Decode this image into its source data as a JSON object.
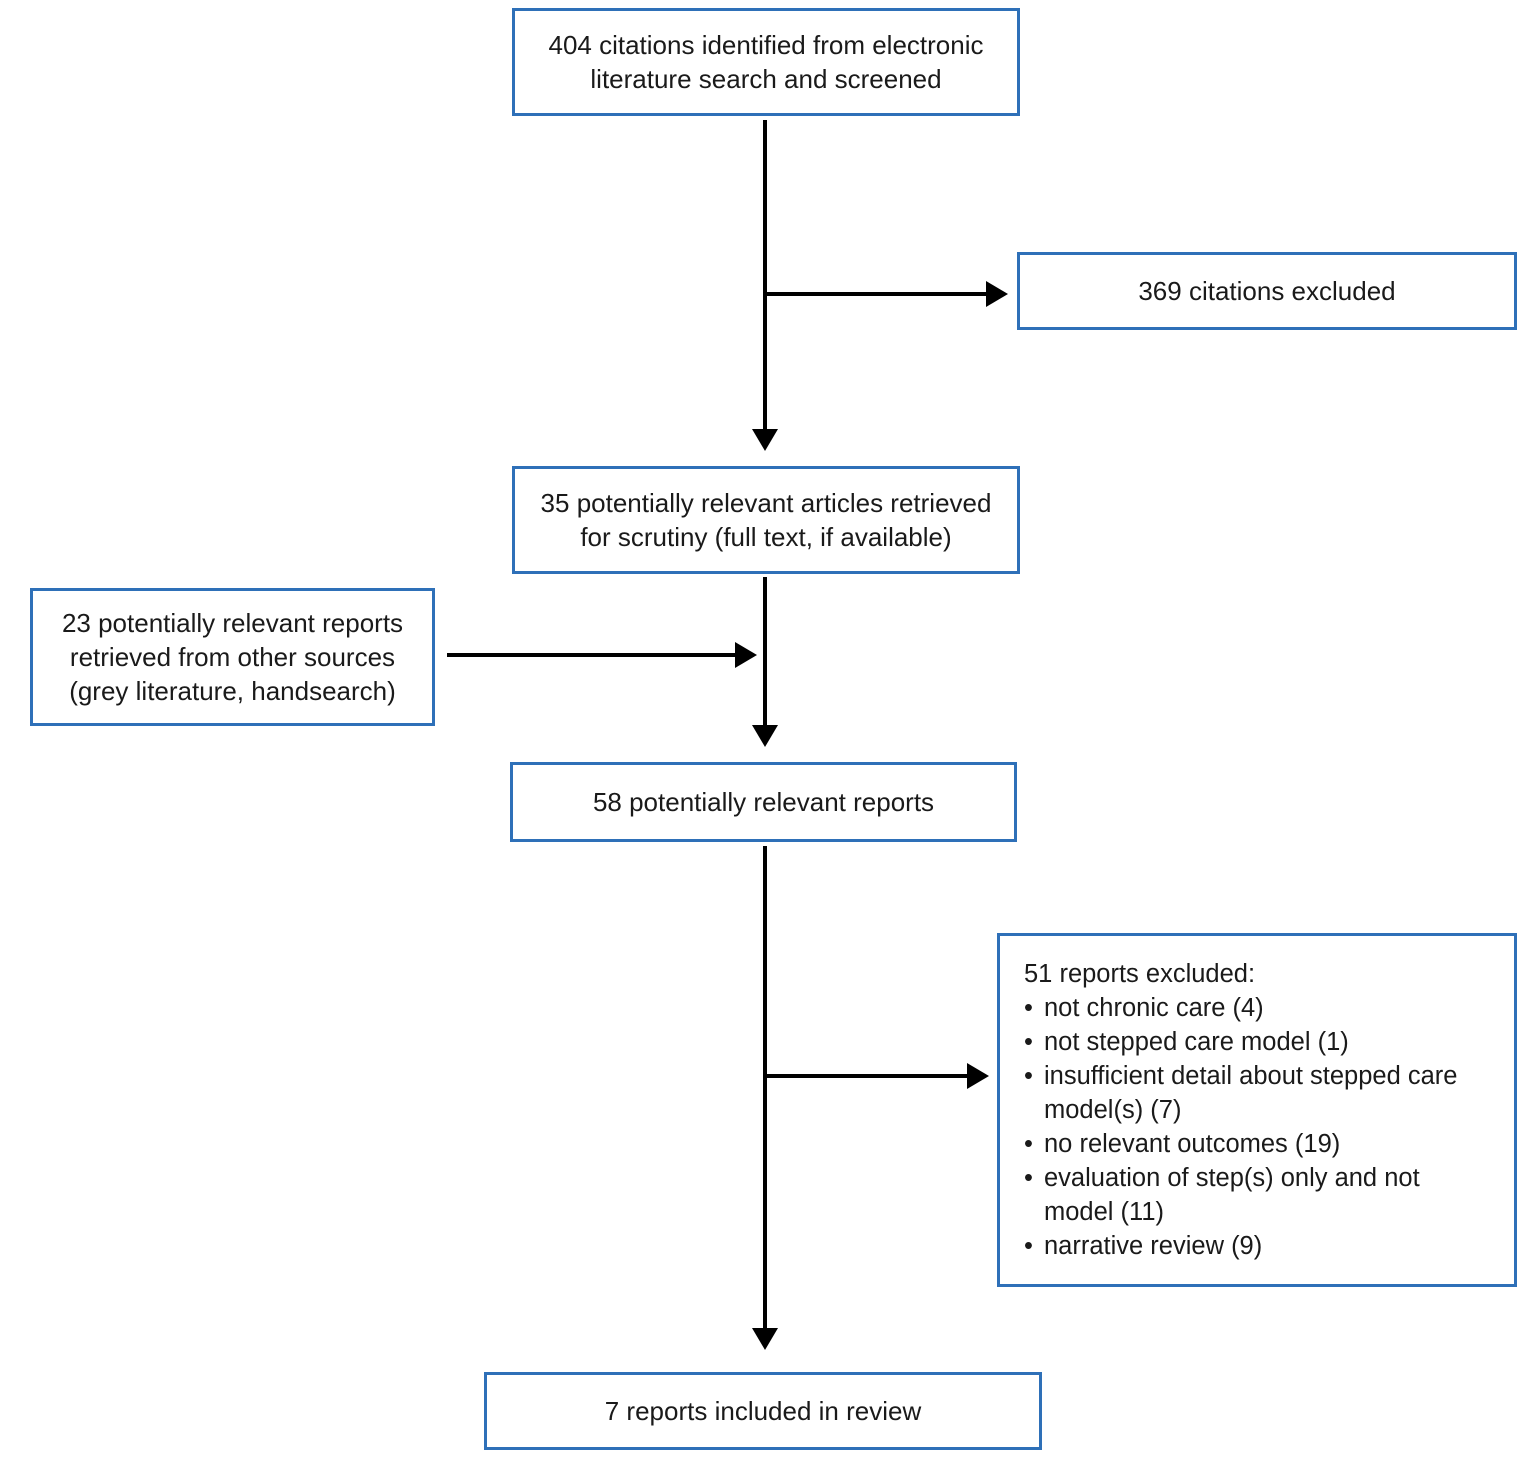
{
  "diagram": {
    "kind": "flowchart",
    "nodes": {
      "identified": {
        "lines": [
          "404 citations identified from electronic",
          "literature search and screened"
        ]
      },
      "excluded_citations": {
        "label": "369 citations excluded"
      },
      "retrieved": {
        "lines": [
          "35 potentially relevant articles retrieved",
          "for scrutiny (full text, if available)"
        ]
      },
      "other_sources": {
        "lines": [
          "23 potentially relevant reports",
          "retrieved from other sources",
          "(grey literature, handsearch)"
        ]
      },
      "relevant_reports": {
        "label": "58 potentially relevant reports"
      },
      "excluded_reports": {
        "heading": "51 reports excluded:",
        "bullet_char": "•",
        "items": [
          {
            "lines": [
              "not chronic care (4)"
            ]
          },
          {
            "lines": [
              "not stepped care model (1)"
            ]
          },
          {
            "lines": [
              "insufficient detail about stepped care",
              "model(s) (7)"
            ]
          },
          {
            "lines": [
              "no relevant outcomes (19)"
            ]
          },
          {
            "lines": [
              "evaluation of step(s) only and not",
              "model (11)"
            ]
          },
          {
            "lines": [
              "narrative review (9)"
            ]
          }
        ]
      },
      "included": {
        "label": "7 reports included in review"
      }
    },
    "edges": [
      {
        "from": "identified",
        "to": "retrieved"
      },
      {
        "from": "identified",
        "to": "excluded_citations"
      },
      {
        "from": "other_sources",
        "to": "relevant_reports"
      },
      {
        "from": "retrieved",
        "to": "relevant_reports"
      },
      {
        "from": "relevant_reports",
        "to": "excluded_reports"
      },
      {
        "from": "relevant_reports",
        "to": "included"
      }
    ]
  },
  "colors": {
    "box_border": "#2e70b8",
    "arrow": "#000000",
    "text": "#1a1a1a",
    "background": "#ffffff"
  }
}
